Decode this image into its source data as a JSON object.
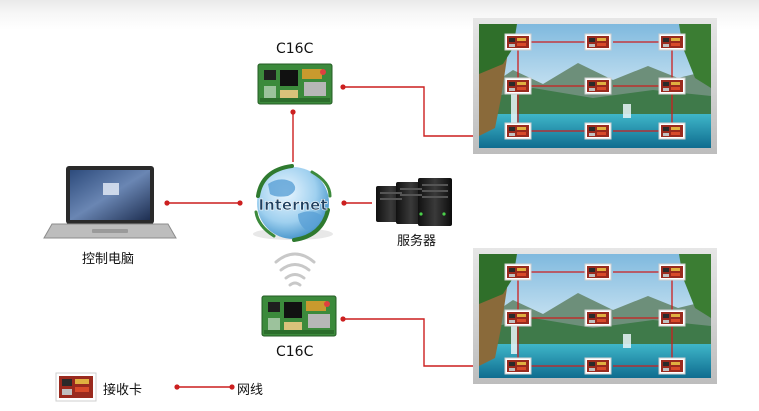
{
  "controllers": {
    "top_label": "C16C",
    "bottom_label": "C16C"
  },
  "computer": {
    "label": "控制电脑"
  },
  "server": {
    "label": "服务器"
  },
  "internet": {
    "label": "Internet"
  },
  "legend": {
    "receiver_label": "接收卡",
    "cable_label": "网线"
  },
  "colors": {
    "cable": "#cc1f1f",
    "board": "#3c8a3c",
    "receiver": "#9a2a1e"
  },
  "icons": [
    "controller-card-icon",
    "laptop-icon",
    "globe-icon",
    "server-icon",
    "wifi-icon",
    "receiver-card-icon"
  ]
}
